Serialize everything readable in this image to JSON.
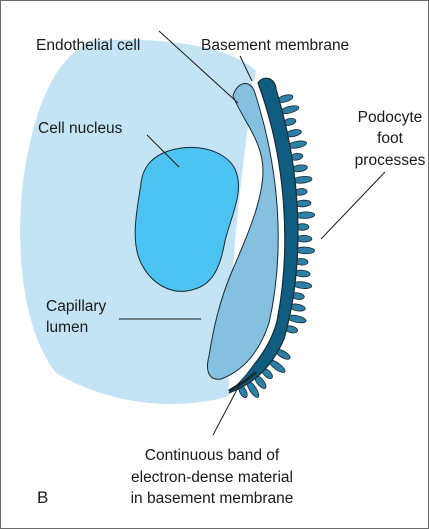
{
  "figure": {
    "panel_letter": "B",
    "labels": {
      "endothelial_cell": "Endothelial cell",
      "basement_membrane": "Basement membrane",
      "cell_nucleus": "Cell nucleus",
      "podocyte_line1": "Podocyte",
      "podocyte_line2": "foot",
      "podocyte_line3": "processes",
      "capillary_line1": "Capillary",
      "capillary_line2": "lumen",
      "band_line1": "Continuous band of",
      "band_line2": "electron-dense material",
      "band_line3": "in basement membrane"
    },
    "colors": {
      "lumen": "#c4e4f5",
      "endothelial_cell": "#86c0e0",
      "nucleus": "#4cc3f1",
      "basement_membrane": "#ffffff",
      "podocyte": "#2e7fa5",
      "podocyte_dark": "#0f5d80",
      "outline": "#1a2a33"
    }
  }
}
